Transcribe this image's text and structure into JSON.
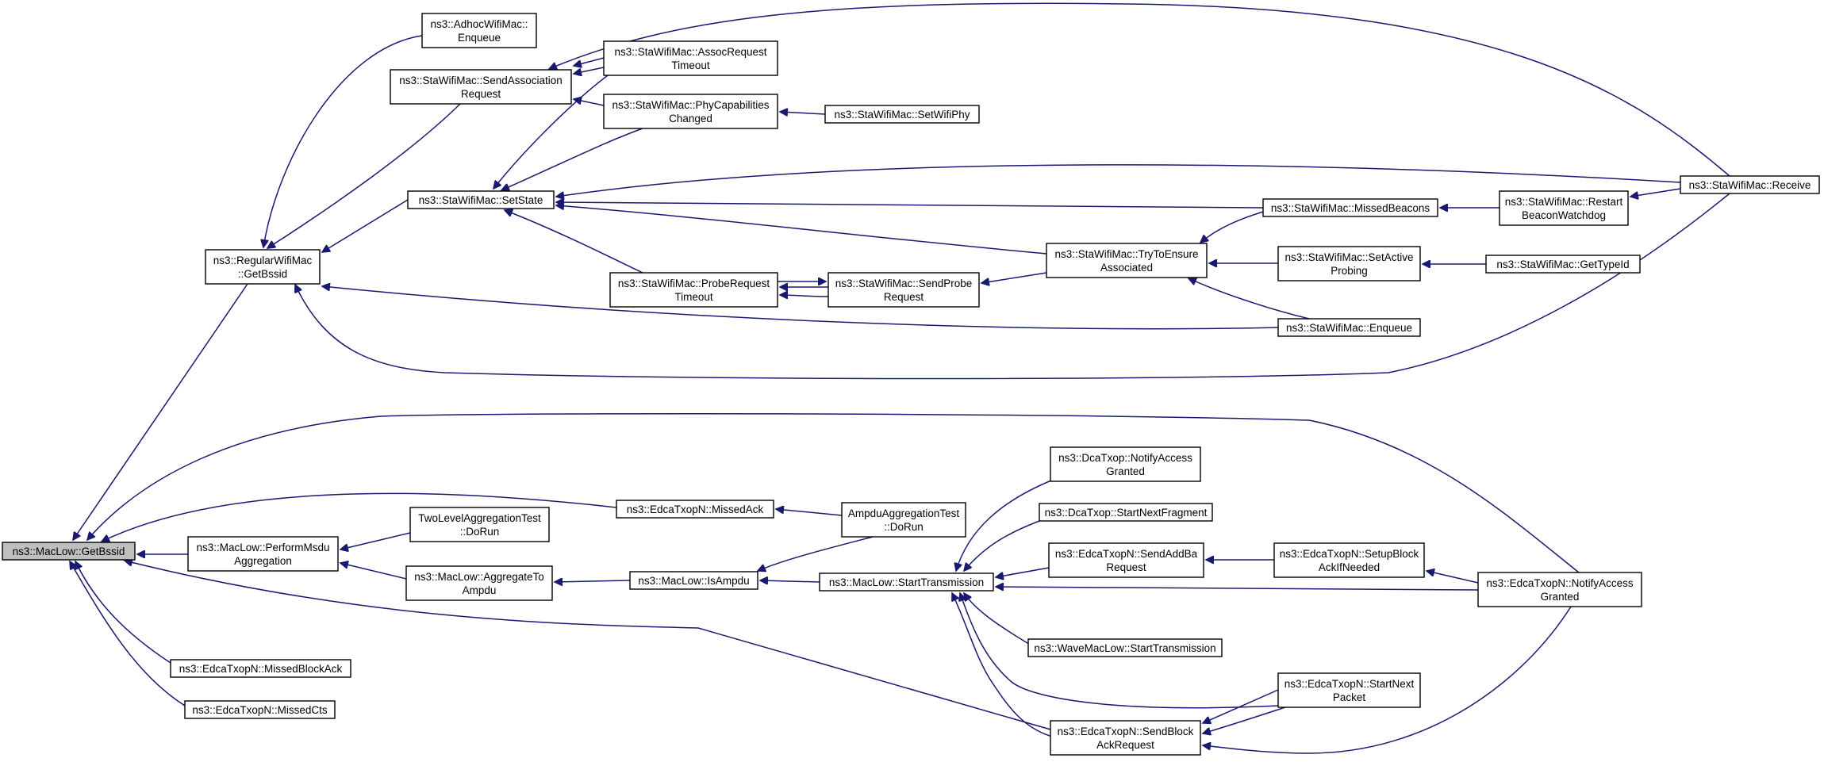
{
  "graph": {
    "nodes": [
      {
        "id": "focus",
        "lines": [
          "ns3::MacLow::GetBssid"
        ]
      },
      {
        "id": "adhoc_enqueue",
        "lines": [
          "ns3::AdhocWifiMac::",
          "Enqueue"
        ]
      },
      {
        "id": "sendassoc",
        "lines": [
          "ns3::StaWifiMac::SendAssociation",
          "Request"
        ]
      },
      {
        "id": "assoctimeout",
        "lines": [
          "ns3::StaWifiMac::AssocRequest",
          "Timeout"
        ]
      },
      {
        "id": "phycap",
        "lines": [
          "ns3::StaWifiMac::PhyCapabilities",
          "Changed"
        ]
      },
      {
        "id": "setwifiphy",
        "lines": [
          "ns3::StaWifiMac::SetWifiPhy"
        ]
      },
      {
        "id": "setstate",
        "lines": [
          "ns3::StaWifiMac::SetState"
        ]
      },
      {
        "id": "regular_getbssid",
        "lines": [
          "ns3::RegularWifiMac",
          "::GetBssid"
        ]
      },
      {
        "id": "missedbeacons",
        "lines": [
          "ns3::StaWifiMac::MissedBeacons"
        ]
      },
      {
        "id": "restart",
        "lines": [
          "ns3::StaWifiMac::Restart",
          "BeaconWatchdog"
        ]
      },
      {
        "id": "receive",
        "lines": [
          "ns3::StaWifiMac::Receive"
        ]
      },
      {
        "id": "trytoensure",
        "lines": [
          "ns3::StaWifiMac::TryToEnsure",
          "Associated"
        ]
      },
      {
        "id": "setactive",
        "lines": [
          "ns3::StaWifiMac::SetActive",
          "Probing"
        ]
      },
      {
        "id": "gettypeid",
        "lines": [
          "ns3::StaWifiMac::GetTypeId"
        ]
      },
      {
        "id": "probetimeout",
        "lines": [
          "ns3::StaWifiMac::ProbeRequest",
          "Timeout"
        ]
      },
      {
        "id": "sendprobe",
        "lines": [
          "ns3::StaWifiMac::SendProbe",
          "Request"
        ]
      },
      {
        "id": "sta_enqueue",
        "lines": [
          "ns3::StaWifiMac::Enqueue"
        ]
      },
      {
        "id": "dca_notify",
        "lines": [
          "ns3::DcaTxop::NotifyAccess",
          "Granted"
        ]
      },
      {
        "id": "edca_missedack",
        "lines": [
          "ns3::EdcaTxopN::MissedAck"
        ]
      },
      {
        "id": "ampdu_dorun",
        "lines": [
          "AmpduAggregationTest",
          "::DoRun"
        ]
      },
      {
        "id": "twolevel_dorun",
        "lines": [
          "TwoLevelAggregationTest",
          "::DoRun"
        ]
      },
      {
        "id": "dca_startnext",
        "lines": [
          "ns3::DcaTxop::StartNextFragment"
        ]
      },
      {
        "id": "performmsdu",
        "lines": [
          "ns3::MacLow::PerformMsdu",
          "Aggregation"
        ]
      },
      {
        "id": "aggregate",
        "lines": [
          "ns3::MacLow::AggregateTo",
          "Ampdu"
        ]
      },
      {
        "id": "isampdu",
        "lines": [
          "ns3::MacLow::IsAmpdu"
        ]
      },
      {
        "id": "starttx",
        "lines": [
          "ns3::MacLow::StartTransmission"
        ]
      },
      {
        "id": "sendaddba",
        "lines": [
          "ns3::EdcaTxopN::SendAddBa",
          "Request"
        ]
      },
      {
        "id": "setupblock",
        "lines": [
          "ns3::EdcaTxopN::SetupBlock",
          "AckIfNeeded"
        ]
      },
      {
        "id": "edca_notify",
        "lines": [
          "ns3::EdcaTxopN::NotifyAccess",
          "Granted"
        ]
      },
      {
        "id": "wave_starttx",
        "lines": [
          "ns3::WaveMacLow::StartTransmission"
        ]
      },
      {
        "id": "startnextpacket",
        "lines": [
          "ns3::EdcaTxopN::StartNext",
          "Packet"
        ]
      },
      {
        "id": "missedblockack",
        "lines": [
          "ns3::EdcaTxopN::MissedBlockAck"
        ]
      },
      {
        "id": "missedcts",
        "lines": [
          "ns3::EdcaTxopN::MissedCts"
        ]
      },
      {
        "id": "sendblockack",
        "lines": [
          "ns3::EdcaTxopN::SendBlock",
          "AckRequest"
        ]
      }
    ]
  }
}
